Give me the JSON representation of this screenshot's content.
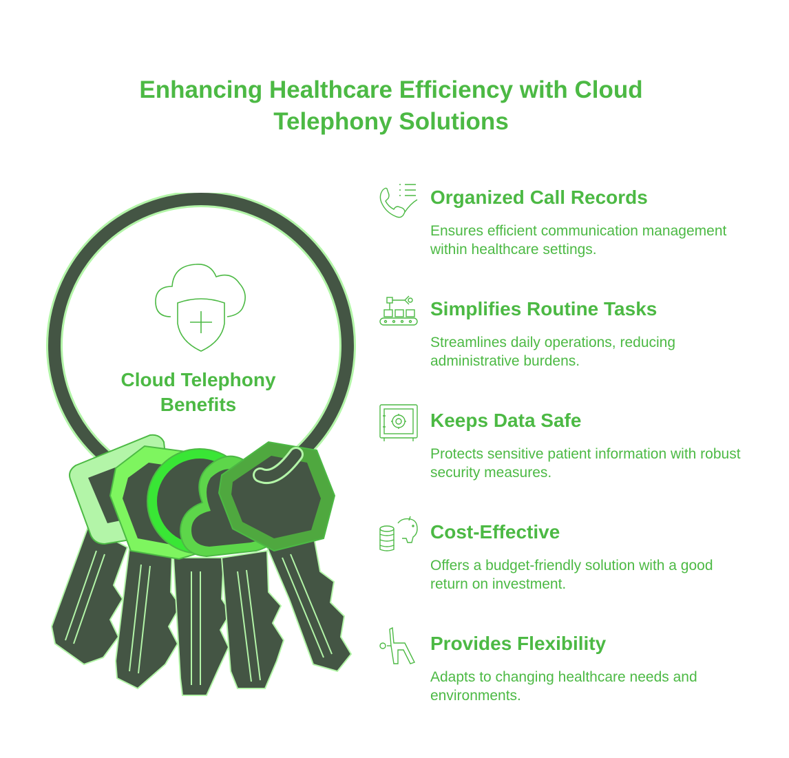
{
  "title": {
    "line1": "Enhancing Healthcare Efficiency with Cloud",
    "line2": "Telephony Solutions"
  },
  "center": {
    "line1": "Cloud Telephony",
    "line2": "Benefits",
    "icon": "cloud-shield-plus-icon"
  },
  "colors": {
    "accent": "#4cb944",
    "dark": "#445544",
    "key_light": "#b3f5a8",
    "key_mid": "#7ef55f",
    "key_bright": "#39e635",
    "key_green": "#5dd64a",
    "key_deep": "#4fa83f"
  },
  "items": [
    {
      "heading": "Organized Call Records",
      "description": "Ensures efficient communication management within healthcare settings.",
      "icon": "phone-list-icon"
    },
    {
      "heading": "Simplifies Routine Tasks",
      "description": "Streamlines daily operations, reducing administrative burdens.",
      "icon": "conveyor-robot-arm-icon"
    },
    {
      "heading": "Keeps Data Safe",
      "description": "Protects sensitive patient information with robust security measures.",
      "icon": "safe-icon"
    },
    {
      "heading": "Cost-Effective",
      "description": "Offers a budget-friendly solution with a good return on investment.",
      "icon": "piggy-bank-coins-icon"
    },
    {
      "heading": "Provides Flexibility",
      "description": "Adapts to changing healthcare needs and environments.",
      "icon": "stretching-person-icon"
    }
  ]
}
